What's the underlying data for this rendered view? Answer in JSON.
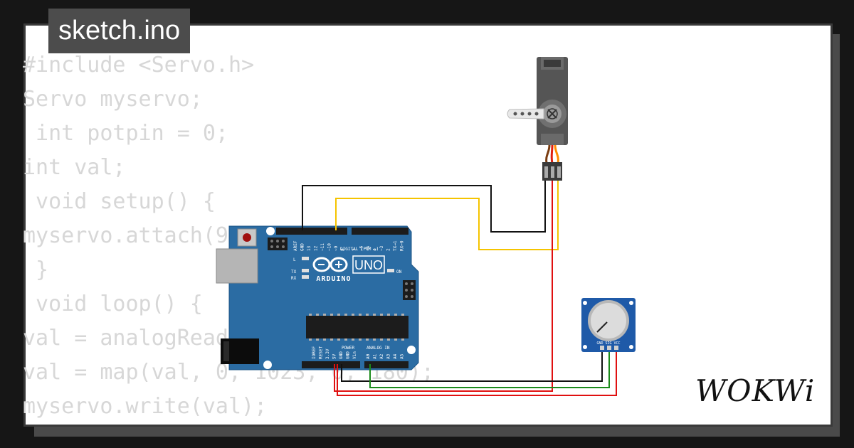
{
  "project": {
    "title": "sketch.ino"
  },
  "code_lines": [
    "#include <Servo.h>",
    "Servo myservo;",
    " int potpin = 0;",
    "int val;",
    " void setup() {",
    "myservo.attach(9);",
    " }",
    " void loop() {",
    "val = analogRead(potpin);",
    "val = map(val, 0, 1023, 0, 180);",
    "myservo.write(val);"
  ],
  "board": {
    "model": "UNO",
    "brand": "ARDUINO",
    "digital_label": "DIGITAL (PWM ~)",
    "power_label": "POWER",
    "analog_label": "ANALOG IN",
    "on_label": "ON",
    "l_label": "L",
    "tx_label": "TX",
    "rx_label": "RX",
    "digital_pins": [
      "AREF",
      "GND",
      "13",
      "12",
      "~11",
      "~10",
      "~9",
      "8",
      "7",
      "~6",
      "~5",
      "4",
      "~3",
      "2",
      "TX→1",
      "RX←0"
    ],
    "power_pins": [
      "IOREF",
      "RESET",
      "3.3V",
      "5V",
      "GND",
      "GND",
      "Vin"
    ],
    "analog_pins": [
      "A0",
      "A1",
      "A2",
      "A3",
      "A4",
      "A5"
    ],
    "color": "#2b6ca3"
  },
  "potentiometer": {
    "pins_label": "GND SIG VCC",
    "color": "#1f5aa8"
  },
  "wires": {
    "black": "#111111",
    "yellow": "#f5c400",
    "red": "#e01010",
    "green": "#1a8a1a"
  },
  "logo": {
    "text": "WOKWi"
  }
}
